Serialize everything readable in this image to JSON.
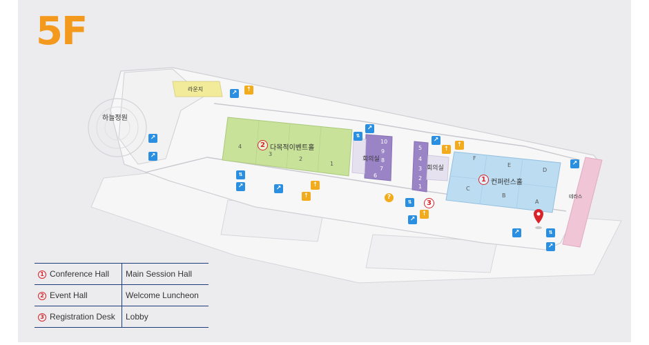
{
  "floor": "5F",
  "map": {
    "labels": {
      "lounge": "라운지",
      "sky_garden": "하늘정원",
      "event_hall": "다목적이벤트홀",
      "meeting_room_1": "회의실",
      "meeting_room_2": "회의실",
      "conference_hall": "컨퍼런스홀",
      "terrace": "테라스"
    },
    "markers": {
      "conference": "1",
      "event": "2",
      "registration": "3"
    },
    "event_hall_sections": [
      "4",
      "3",
      "2",
      "1"
    ],
    "conference_sections": [
      "F",
      "E",
      "D",
      "C",
      "B",
      "A"
    ],
    "meeting_rooms_a": [
      "10",
      "9",
      "8",
      "7",
      "6"
    ],
    "meeting_rooms_b": [
      "5",
      "4",
      "3",
      "2",
      "1"
    ],
    "icons": {
      "escalator": "escalator-icon",
      "restroom": "restroom-icon",
      "elevator": "elevator-icon",
      "info": "info-icon",
      "location": "location-pin-icon"
    }
  },
  "legend": [
    {
      "num": "1",
      "place": "Conference Hall",
      "use": "Main Session Hall"
    },
    {
      "num": "2",
      "place": "Event Hall",
      "use": "Welcome Luncheon"
    },
    {
      "num": "3",
      "place": "Registration Desk",
      "use": "Lobby"
    }
  ],
  "colors": {
    "accent": "#f39a1e",
    "event_hall": "#c9e29a",
    "conference_hall": "#bcdcf1",
    "meeting_rooms": "#9a84c6",
    "lounge": "#f2ec9a",
    "terrace": "#f0c6d6",
    "marker": "#d8232a",
    "legend_rule": "#1b3b7a"
  }
}
